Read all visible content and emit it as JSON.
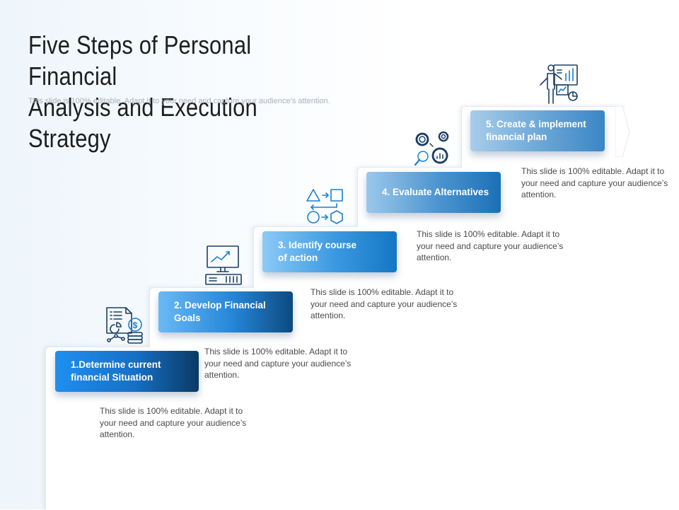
{
  "title": "Five Steps of Personal Financial\nAnalysis and Execution Strategy",
  "subtitle": "This slide is 100% editable. Adapt it to your need and capture your audience’s attention.",
  "steps": [
    {
      "label": "1.Determine current\n financial Situation",
      "description": "This slide is 100% editable. Adapt it to your need and capture your audience’s attention.",
      "icon": "financial-report-coins-icon",
      "color_start": "#1f8ff0",
      "color_end": "#0a3a66"
    },
    {
      "label": "2. Develop Financial\n   Goals",
      "description": "This slide is 100% editable. Adapt it to your need and capture your audience’s attention.",
      "icon": "computer-growth-chart-icon",
      "color_start": "#6ab9f5",
      "color_end": "#0c4a80"
    },
    {
      "label": "3. Identify course\n   of action",
      "description": "This slide is 100% editable. Adapt it to your need and capture your audience’s attention.",
      "icon": "shapes-flow-icon",
      "color_start": "#8ccaf7",
      "color_end": "#1477c4"
    },
    {
      "label": "4. Evaluate Alternatives",
      "description": "This slide is 100% editable. Adapt it to your need and capture your audience’s attention.",
      "icon": "gears-analysis-icon",
      "color_start": "#9bc8ea",
      "color_end": "#1c6fb6"
    },
    {
      "label": "5. Create & implement\n   financial plan",
      "description": "This slide is 100% editable. Adapt it to your need and capture your audience’s attention.",
      "icon": "presenter-chart-icon",
      "color_start": "#a7cdea",
      "color_end": "#3a86c5"
    }
  ]
}
